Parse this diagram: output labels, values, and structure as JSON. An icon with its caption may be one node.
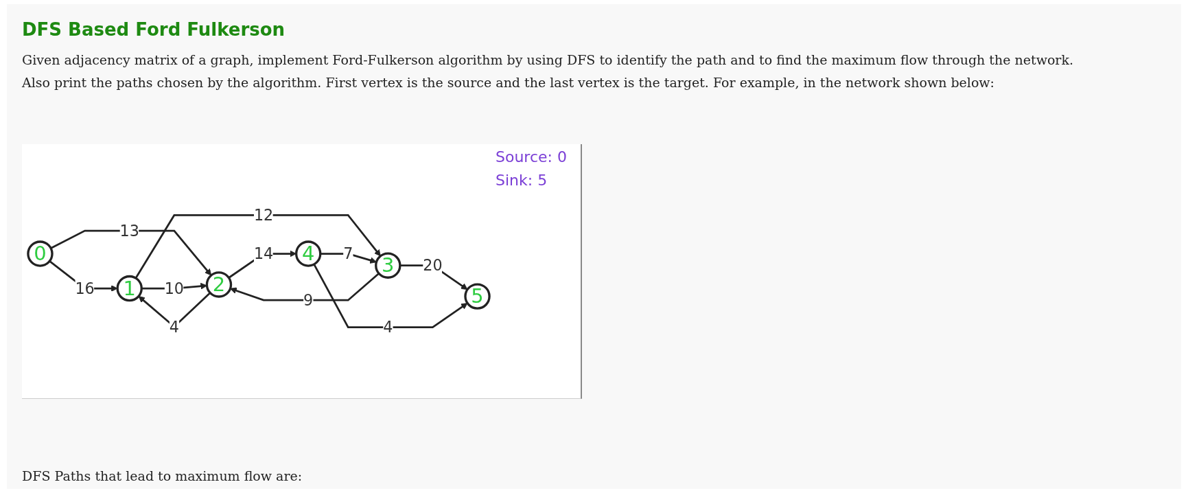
{
  "diagram": {
    "title": "DFS Based Ford Fulkerson",
    "nodes": [
      {
        "text": [
          "0"
        ]
      },
      {
        "text": [
          "1"
        ]
      },
      {
        "text": [
          "2"
        ]
      },
      {
        "text": [
          "3"
        ]
      },
      {
        "text": [
          "4"
        ]
      },
      {
        "text": [
          "5"
        ]
      }
    ],
    "edges": [
      {
        "from": 0,
        "to": 1,
        "arrow": "to",
        "label": "16"
      },
      {
        "from": 0,
        "to": 2,
        "arrow": "to",
        "label": "13"
      },
      {
        "from": 1,
        "to": 2,
        "arrow": "to",
        "label": "10"
      },
      {
        "from": 2,
        "to": 1,
        "arrow": "to",
        "label": "4"
      },
      {
        "from": 1,
        "to": 3,
        "arrow": "to",
        "label": "12"
      },
      {
        "from": 3,
        "to": 2,
        "arrow": "to",
        "label": "9"
      },
      {
        "from": 2,
        "to": 4,
        "arrow": "to",
        "label": "14"
      },
      {
        "from": 4,
        "to": 3,
        "arrow": "to",
        "label": "7"
      },
      {
        "from": 3,
        "to": 5,
        "arrow": "to",
        "label": "20"
      },
      {
        "from": 4,
        "to": 5,
        "arrow": "to",
        "label": "4"
      }
    ],
    "labels": [
      "Given adjacency matrix of a graph, implement Ford-Fulkerson algorithm by using DFS to identify the path and to find the maximum flow through the network. Also print the paths chosen by the algorithm. First vertex is the source and the last vertex is the target. For example, in the network shown below:",
      "Source: 0",
      "Sink: 5",
      "DFS Paths that lead to maximum flow are:"
    ]
  }
}
